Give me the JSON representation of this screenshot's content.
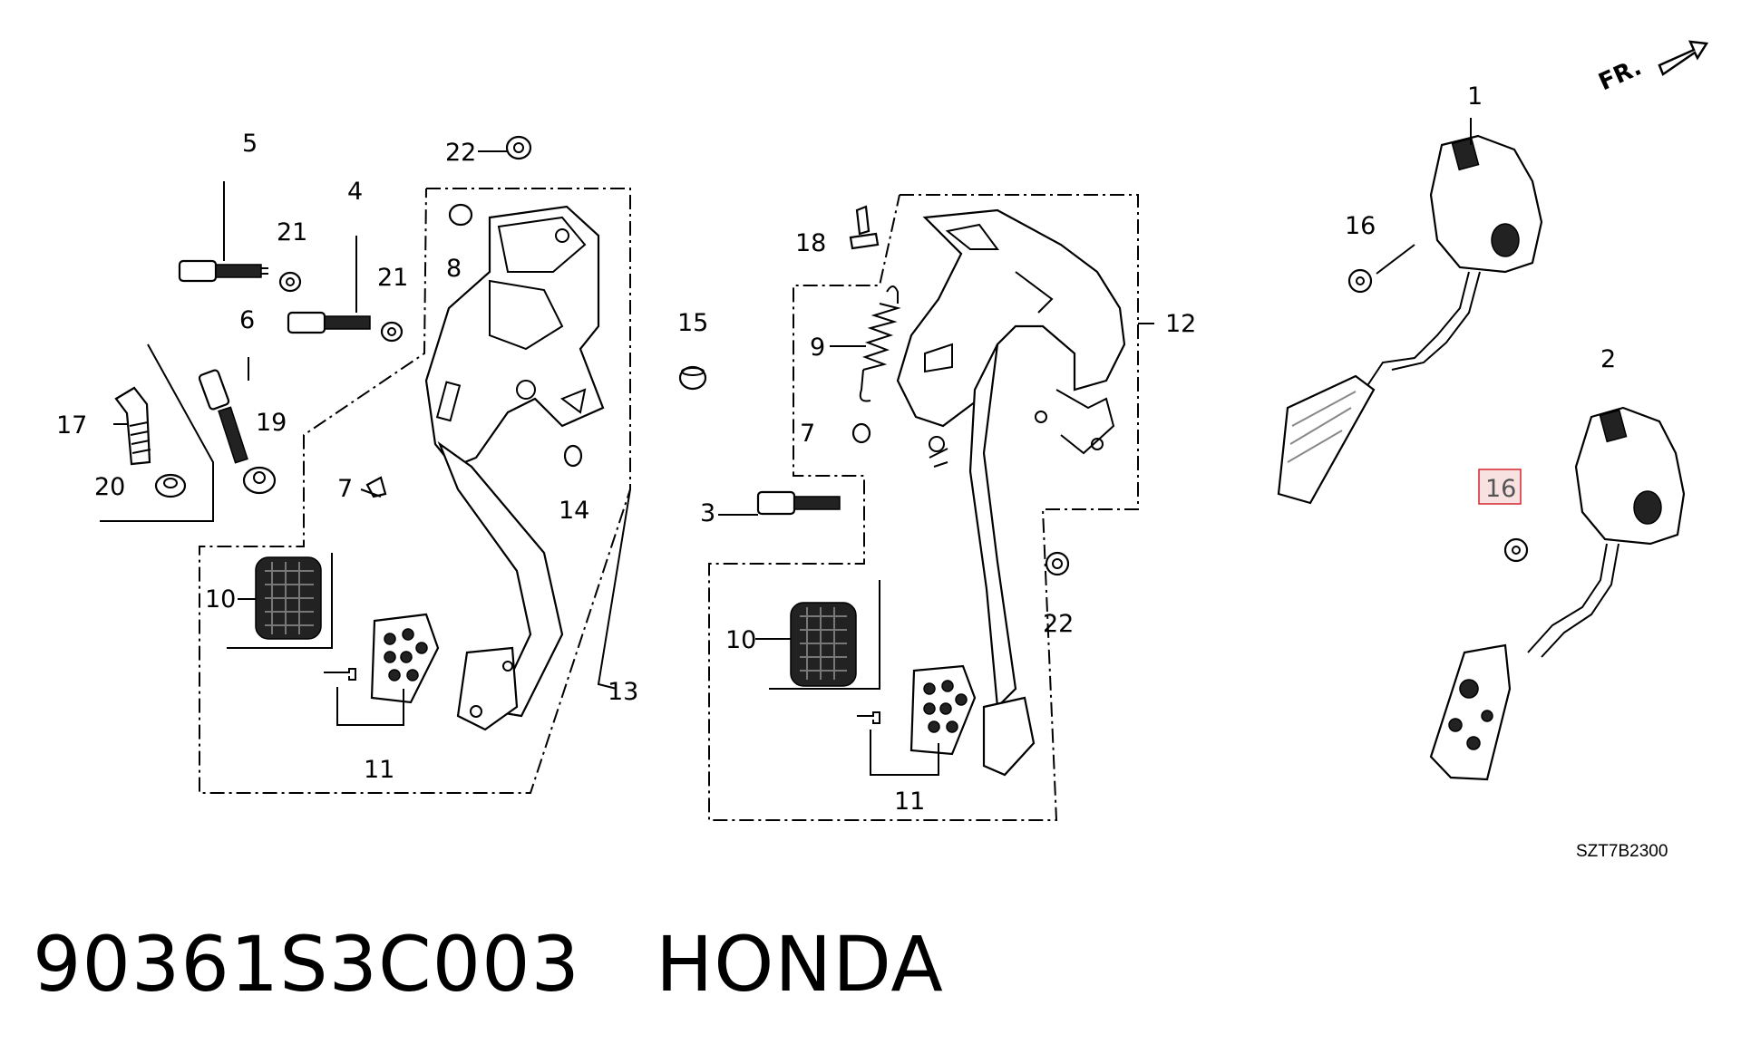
{
  "diagram": {
    "front_indicator": "FR.",
    "ref_code": "SZT7B2300",
    "highlighted_callout": "16",
    "callouts": [
      "1",
      "2",
      "3",
      "4",
      "5",
      "6",
      "7",
      "7",
      "8",
      "9",
      "10",
      "10",
      "11",
      "11",
      "12",
      "13",
      "14",
      "15",
      "16",
      "16",
      "17",
      "18",
      "19",
      "20",
      "21",
      "21",
      "22",
      "22"
    ]
  },
  "footer": {
    "part_number": "90361S3C003",
    "brand": "HONDA"
  }
}
